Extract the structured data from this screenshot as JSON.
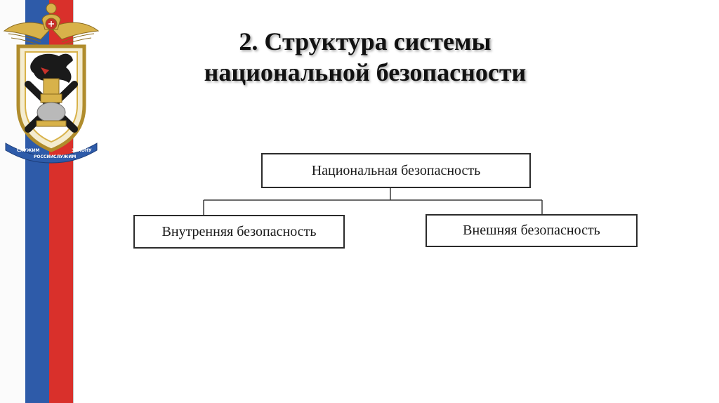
{
  "slide": {
    "title_line1": "2. Структура системы",
    "title_line2": "национальной безопасности"
  },
  "emblem": {
    "ribbon_text": [
      "СЛУЖИМ",
      "РОССИИ",
      "СЛУЖИМ",
      "ЗАКОНУ"
    ]
  },
  "diagram": {
    "root": "Национальная безопасность",
    "children": [
      "Внутренняя безопасность",
      "Внешняя безопасность"
    ]
  },
  "colors": {
    "flag_white": "#fbfbfb",
    "flag_blue": "#2e5ba9",
    "flag_red": "#d9302b",
    "box_border": "#2b2b2b",
    "title_text": "#111111"
  }
}
